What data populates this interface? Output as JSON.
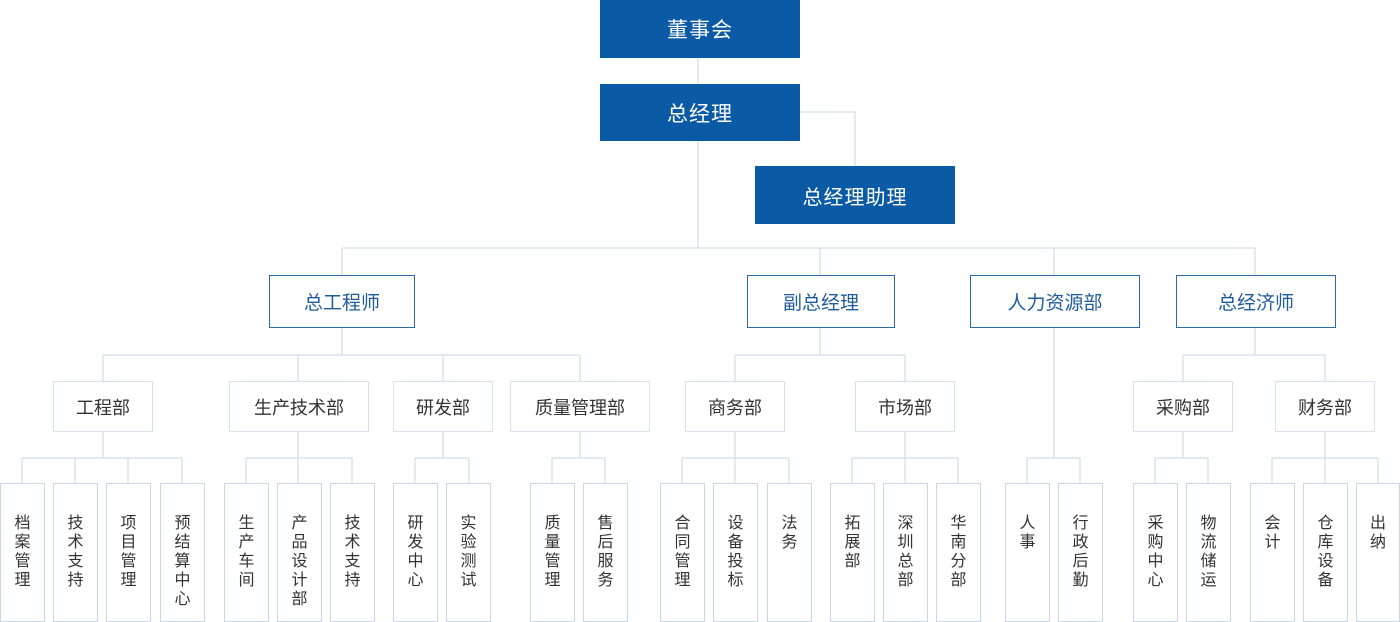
{
  "board": "董事会",
  "gm": "总经理",
  "gm_assistant": "总经理助理",
  "chief_engineer": {
    "label": "总工程师",
    "departments": [
      {
        "label": "工程部",
        "items": [
          "档案管理",
          "技术支持",
          "项目管理",
          "预结算中心"
        ]
      },
      {
        "label": "生产技术部",
        "items": [
          "生产车间",
          "产品设计部",
          "技术支持"
        ]
      },
      {
        "label": "研发部",
        "items": [
          "研发中心",
          "实验测试"
        ]
      },
      {
        "label": "质量管理部",
        "items": [
          "质量管理",
          "售后服务"
        ]
      }
    ]
  },
  "deputy_gm": {
    "label": "副总经理",
    "departments": [
      {
        "label": "商务部",
        "items": [
          "合同管理",
          "设备投标",
          "法务"
        ]
      },
      {
        "label": "市场部",
        "items": [
          "拓展部",
          "深圳总部",
          "华南分部"
        ]
      }
    ]
  },
  "hr": {
    "label": "人力资源部",
    "items": [
      "人事",
      "行政后勤"
    ]
  },
  "chief_economist": {
    "label": "总经济师",
    "departments": [
      {
        "label": "采购部",
        "items": [
          "采购中心",
          "物流储运"
        ]
      },
      {
        "label": "财务部",
        "items": [
          "会计",
          "仓库设备",
          "出纳"
        ]
      }
    ]
  }
}
